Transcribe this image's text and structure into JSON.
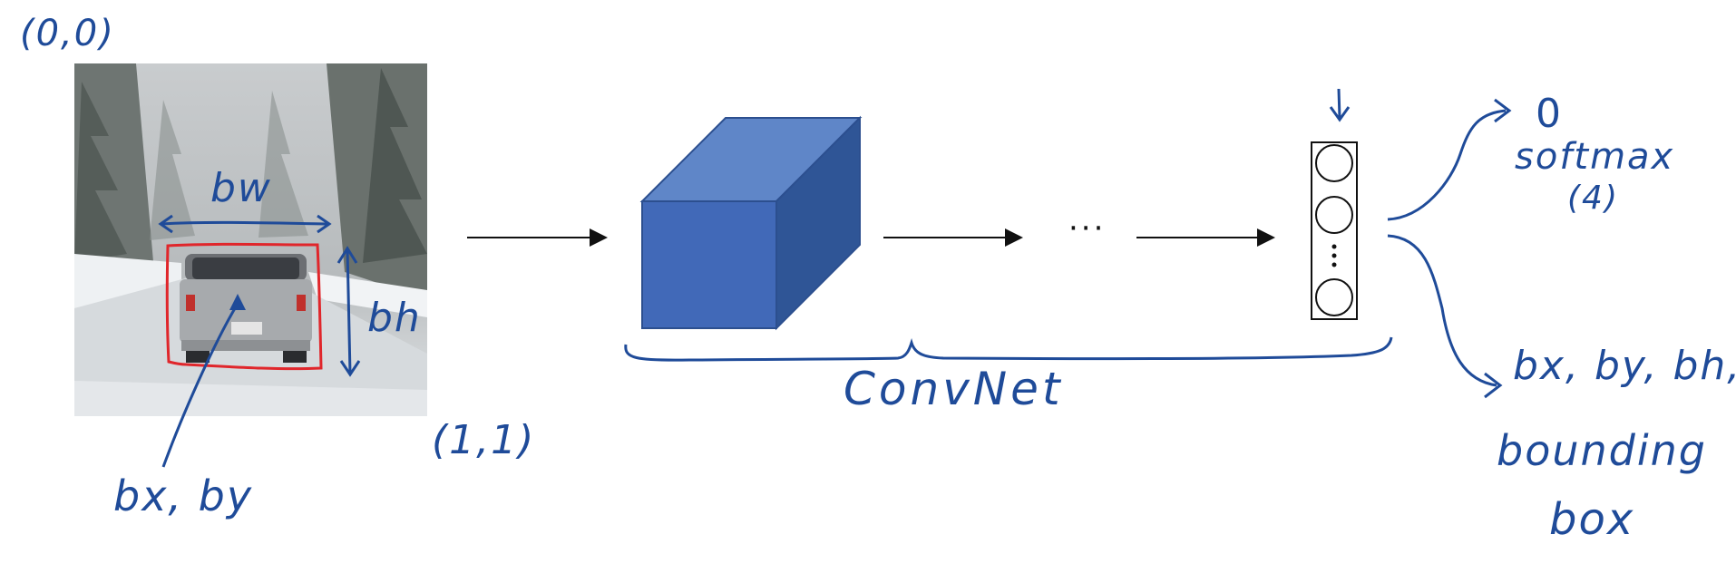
{
  "annotations": {
    "origin": "(0,0)",
    "end_coord": "(1,1)",
    "center_label": "bx, by",
    "width_label": "bw",
    "height_label": "bh"
  },
  "network": {
    "label": "ConvNet",
    "ellipsis": "···"
  },
  "outputs": {
    "class_node": "0",
    "softmax_label": "softmax",
    "softmax_count": "(4)",
    "bbox_outputs": "bx, by, bh, bw",
    "bbox_word1": "bounding",
    "bbox_word2": "box"
  },
  "colors": {
    "ink": "#1f4b99",
    "box_red": "#e0262b",
    "cube_front": "#4169b8",
    "cube_top": "#5f86c8",
    "cube_side": "#2f5596",
    "arrow": "#111111"
  }
}
